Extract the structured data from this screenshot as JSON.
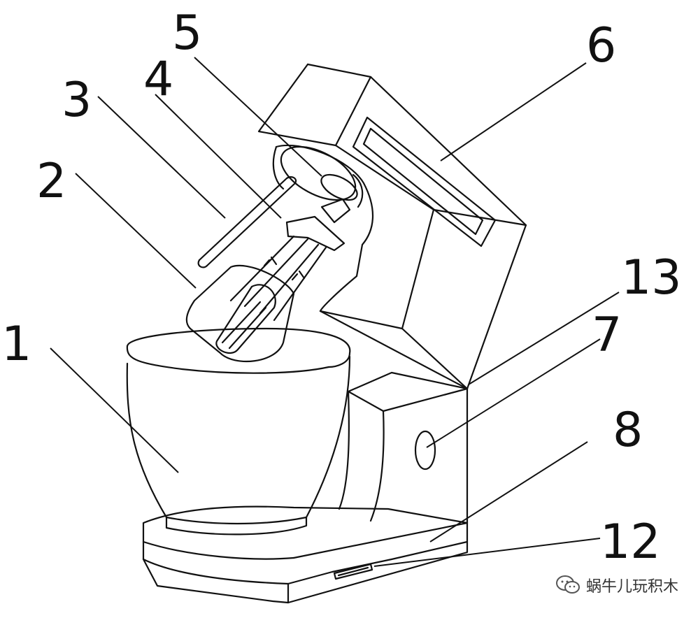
{
  "labels": [
    {
      "id": "1",
      "text": "1"
    },
    {
      "id": "2",
      "text": "2"
    },
    {
      "id": "3",
      "text": "3"
    },
    {
      "id": "4",
      "text": "4"
    },
    {
      "id": "5",
      "text": "5"
    },
    {
      "id": "6",
      "text": "6"
    },
    {
      "id": "7",
      "text": "7"
    },
    {
      "id": "8",
      "text": "8"
    },
    {
      "id": "12",
      "text": "12"
    },
    {
      "id": "13",
      "text": "13"
    }
  ],
  "watermark": {
    "text": "蜗牛儿玩积木",
    "icon": "wechat-icon"
  },
  "colors": {
    "stroke": "#111111",
    "background": "#ffffff"
  }
}
